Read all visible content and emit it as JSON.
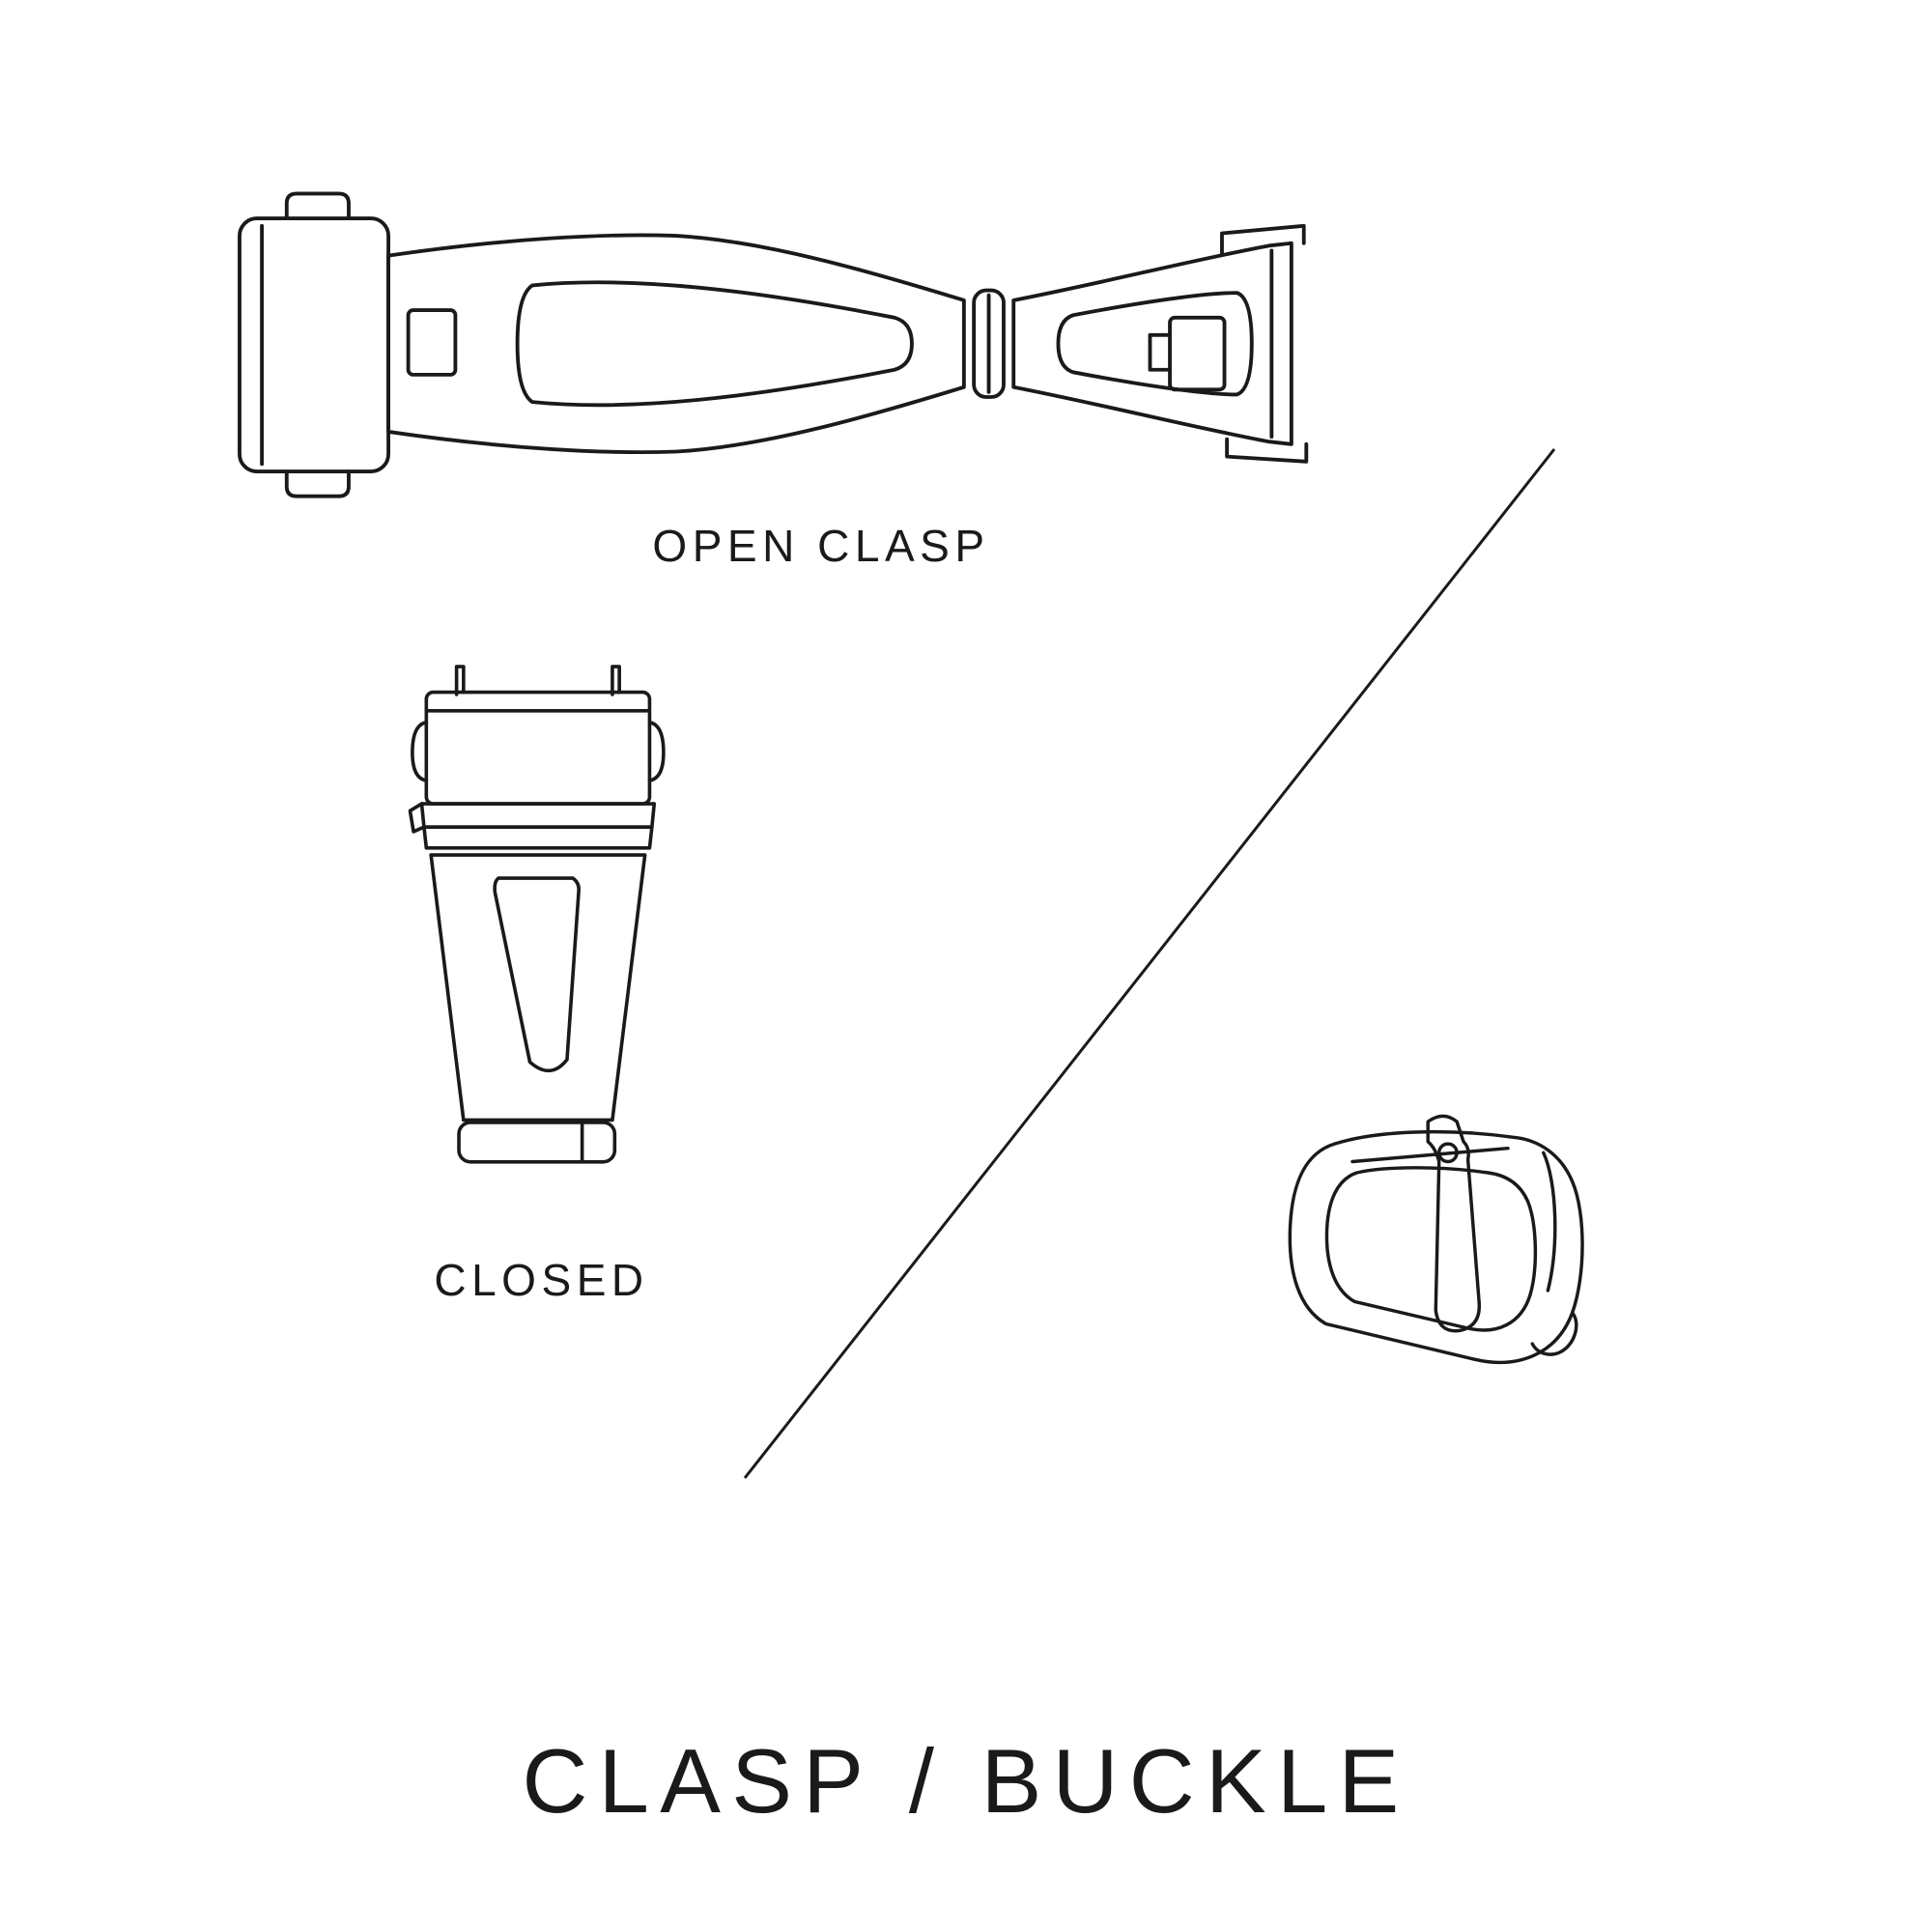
{
  "page": {
    "background": "#ffffff",
    "ink": "#1a1a1a"
  },
  "diagram": {
    "title": "CLASP / BUCKLE",
    "illustrations": [
      {
        "id": "open-clasp",
        "label": "OPEN CLASP"
      },
      {
        "id": "closed-clasp",
        "label": "CLOSED"
      },
      {
        "id": "buckle",
        "label": ""
      }
    ]
  }
}
